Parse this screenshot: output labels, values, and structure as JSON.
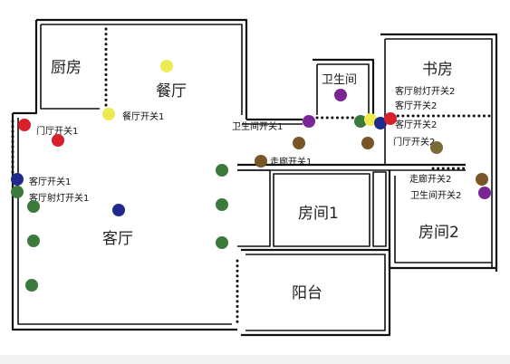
{
  "rooms": {
    "kitchen": "厨房",
    "dining": "餐厅",
    "bathroom": "卫生间",
    "study": "书房",
    "living": "客厅",
    "room1": "房间1",
    "room2": "房间2",
    "balcony": "阳台"
  },
  "switches": {
    "restaurant1": "餐厅开关1",
    "door1": "门厅开关1",
    "living1": "客厅开关1",
    "livingSpot1": "客厅射灯开关1",
    "bath1": "卫生间开关1",
    "corridor1": "走廊开关1",
    "livingSpot2": "客厅射灯开关2",
    "living2a": "客厅开关2",
    "living2b": "客厅开关2",
    "door2": "门厅开关2",
    "corridor2": "走廊开关2",
    "bath2": "卫生间开关2"
  },
  "colors": {
    "red": "#d8202c",
    "yellow": "#eeeb52",
    "purple": "#7a2596",
    "navy": "#1f2a8c",
    "green": "#3c7a3c",
    "brown": "#7a5528",
    "olive": "#7a6a36"
  }
}
